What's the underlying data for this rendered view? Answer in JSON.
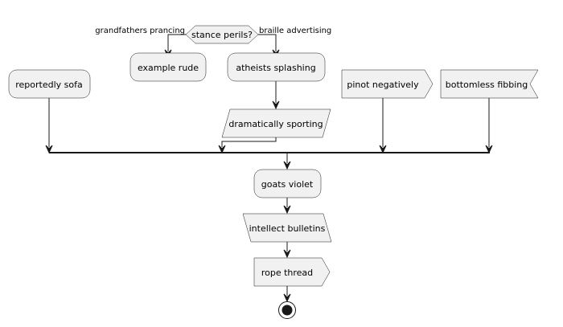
{
  "diagram": {
    "decision": {
      "question": "stance perils?",
      "left_branch": "grandfathers prancing",
      "right_branch": "braille advertising"
    },
    "nodes": {
      "example_rude": "example rude",
      "atheists_splashing": "atheists splashing",
      "dramatically_sporting": "dramatically sporting",
      "reportedly_sofa": "reportedly sofa",
      "pinot_negatively": "pinot negatively",
      "bottomless_fibbing": "bottomless fibbing",
      "goats_violet": "goats violet",
      "intellect_bulletins": "intellect bulletins",
      "rope_thread": "rope thread"
    }
  }
}
